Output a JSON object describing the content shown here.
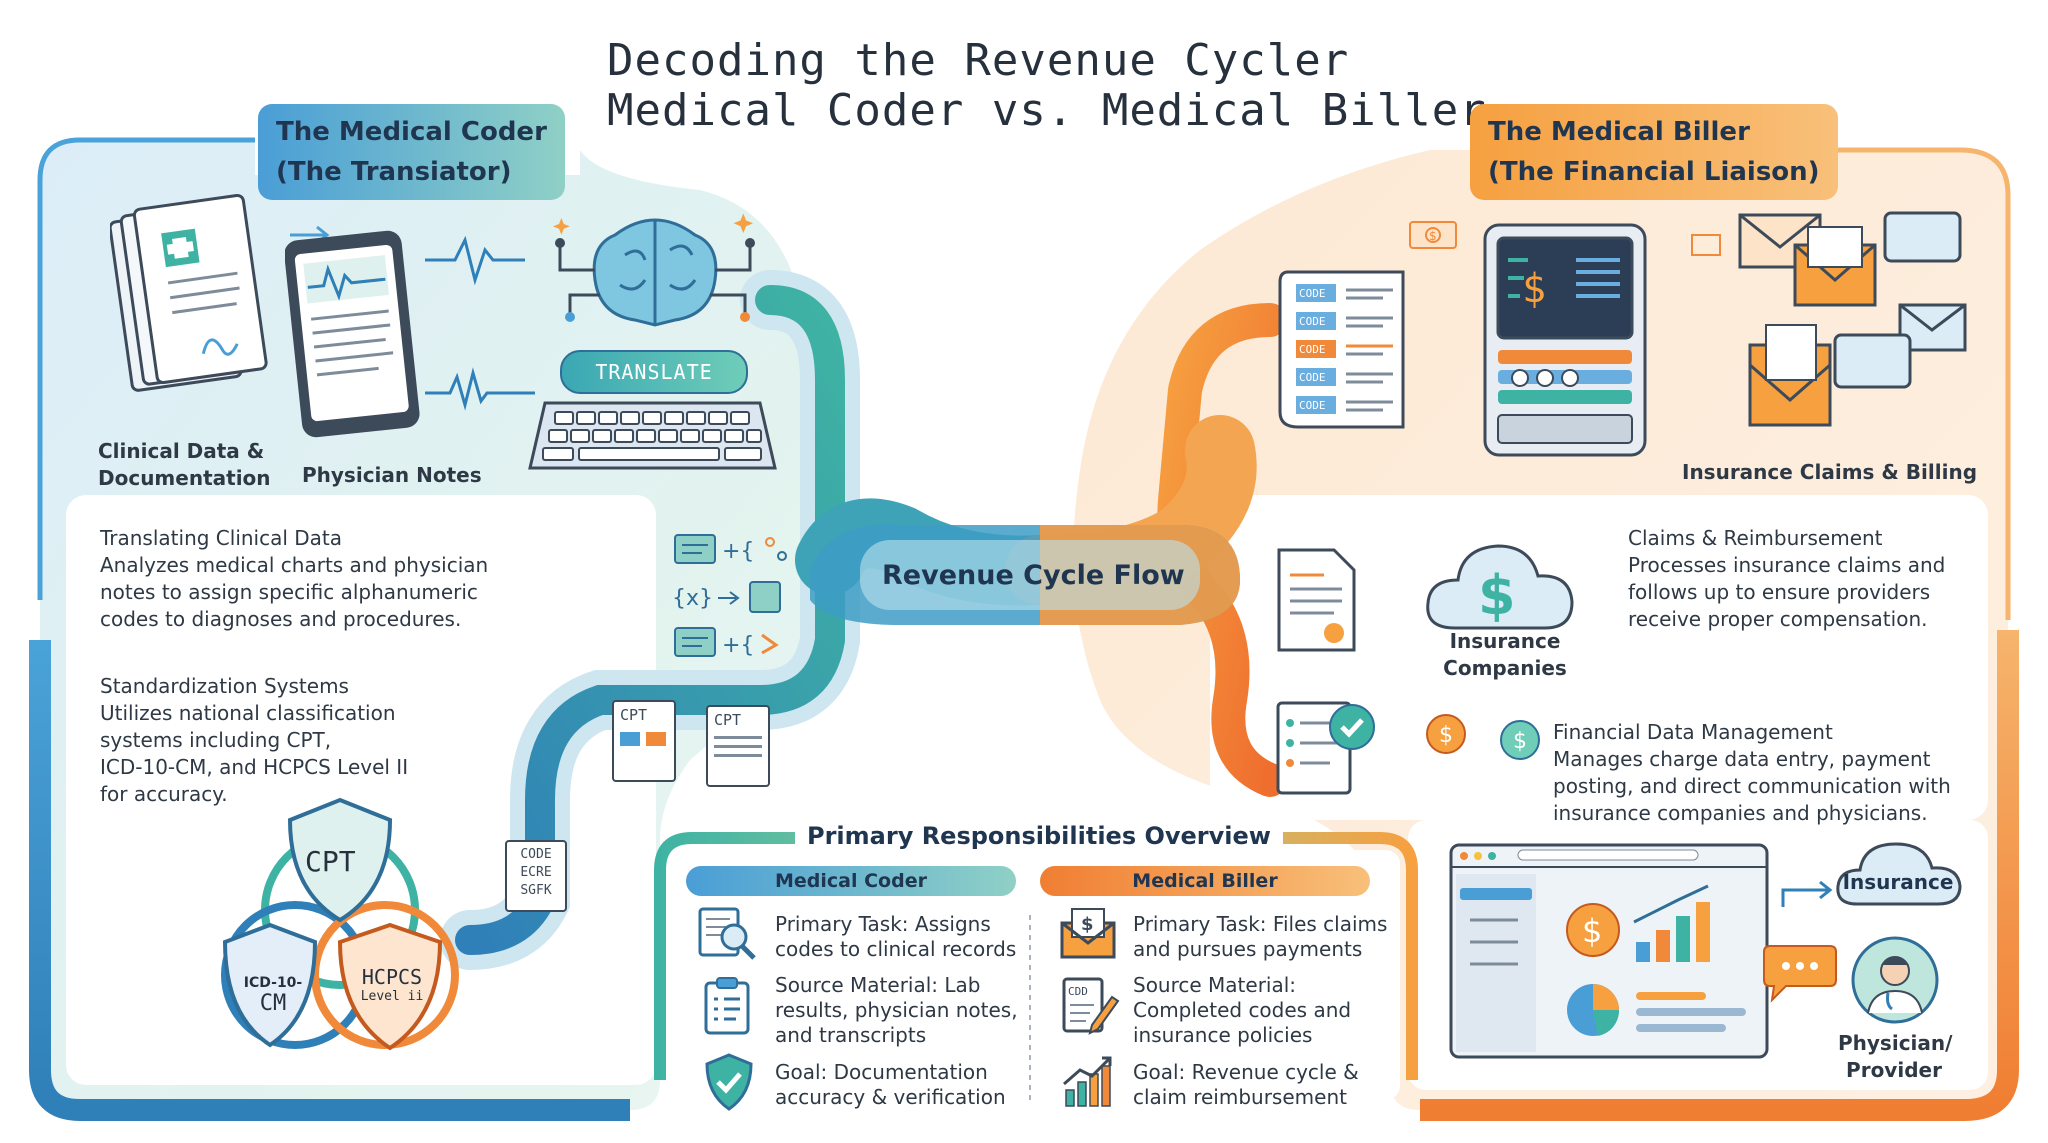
{
  "title": {
    "line1": "Decoding the Revenue Cycler",
    "line2": "Medical Coder vs. Medical Biller"
  },
  "coder": {
    "badge_line1": "The Medical Coder",
    "badge_line2": "(The Transiator)",
    "illustration": {
      "translate_label": "TRANSLATE",
      "clinical_label_line1": "Clinical Data &",
      "clinical_label_line2": "Documentation",
      "notes_label": "Physician Notes"
    },
    "sections": [
      {
        "heading": "Translating Clinical Data",
        "lines": [
          "Analyzes medical charts and physician",
          "notes to assign specific alphanumeric",
          "codes to diagnoses and procedures."
        ]
      },
      {
        "heading": "Standardization Systems",
        "lines": [
          "Utilizes national classification",
          "systems including CPT,",
          "ICD-10-CM, and HCPCS Level II",
          "for accuracy."
        ]
      }
    ],
    "shields": {
      "cpt": "CPT",
      "icd_line1": "ICD-10-",
      "icd_line2": "CM",
      "hcpcs_line1": "HCPCS",
      "hcpcs_line2": "Level ii"
    },
    "docs": {
      "cpt_doc1": "CPT",
      "cpt_doc2": "CPT",
      "code_line1": "CODE",
      "code_line2": "ECRE",
      "code_line3": "SGFK"
    }
  },
  "biller": {
    "badge_line1": "The Medical Biller",
    "badge_line2": "(The Financial Liaison)",
    "claims_label": "Insurance Claims & Billing",
    "invoice_codes": [
      "CODE",
      "CODE",
      "CODE",
      "CODE",
      "CODE"
    ],
    "sections": [
      {
        "heading": "Claims & Reimbursement",
        "lines": [
          "Processes insurance claims and",
          "follows up to ensure providers",
          "receive proper compensation."
        ]
      },
      {
        "heading": "Financial Data Management",
        "lines": [
          "Manages charge data entry, payment",
          "posting, and direct communication with",
          "insurance companies and physicians."
        ]
      }
    ],
    "insurance_companies_line1": "Insurance",
    "insurance_companies_line2": "Companies",
    "insurance_cloud_label": "Insurance",
    "physician_line1": "Physician/",
    "physician_line2": "Provider"
  },
  "flow_label": "Revenue Cycle Flow",
  "overview": {
    "title": "Primary Responsibilities Overview",
    "coder_header": "Medical Coder",
    "biller_header": "Medical Biller",
    "coder_rows": [
      {
        "icon": "magnifier-doc-icon",
        "lines": [
          "Primary Task: Assigns",
          "codes to clinical records"
        ]
      },
      {
        "icon": "clipboard-icon",
        "lines": [
          "Source Material: Lab",
          "results, physician notes,",
          "and transcripts"
        ]
      },
      {
        "icon": "shield-check-icon",
        "lines": [
          "Goal: Documentation",
          "accuracy & verification"
        ]
      }
    ],
    "biller_rows": [
      {
        "icon": "envelope-dollar-icon",
        "lines": [
          "Primary Task: Files claims",
          "and pursues payments"
        ]
      },
      {
        "icon": "code-doc-pen-icon",
        "lines": [
          "Source Material:",
          "Completed codes and",
          "insurance policies"
        ]
      },
      {
        "icon": "growth-chart-icon",
        "lines": [
          "Goal: Revenue cycle &",
          "claim reimbursement"
        ]
      }
    ]
  },
  "colors": {
    "coder_blue": "#2f7fb8",
    "coder_teal": "#3fb3a3",
    "biller_orange": "#f08a3a",
    "biller_light": "#fde3c8",
    "text_dark": "#2b3440"
  }
}
